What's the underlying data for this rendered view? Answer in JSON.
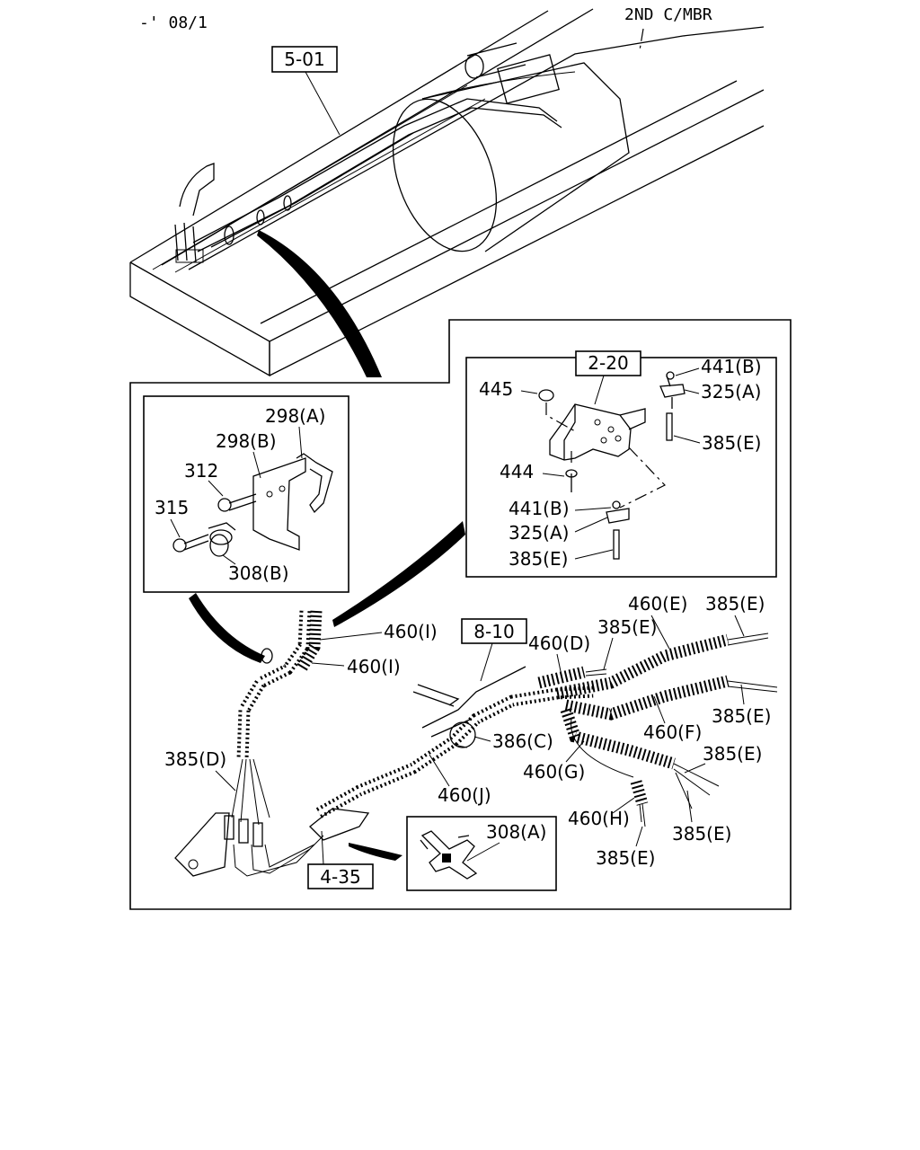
{
  "header": {
    "date_code": "-' 08/1",
    "member_label": "2ND C/MBR"
  },
  "refs": {
    "top": "5-01",
    "bracket_detail": "2-20",
    "harness_clip": "8-10",
    "bottom": "4-35"
  },
  "labels": {
    "l298a": "298(A)",
    "l298b": "298(B)",
    "l312": "312",
    "l315": "315",
    "l308b": "308(B)",
    "l445": "445",
    "l441b_top": "441(B)",
    "l325a_top": "325(A)",
    "l385e_bracket": "385(E)",
    "l444": "444",
    "l441b_low": "441(B)",
    "l325a_low": "325(A)",
    "l385e_low": "385(E)",
    "l460i_1": "460(I)",
    "l460i_2": "460(I)",
    "l460d": "460(D)",
    "l385e_d": "385(E)",
    "l460e": "460(E)",
    "l385e_e": "385(E)",
    "l385e_f": "385(E)",
    "l460f": "460(F)",
    "l386c": "386(C)",
    "l385d": "385(D)",
    "l460g": "460(G)",
    "l385e_g": "385(E)",
    "l460j": "460(J)",
    "l460h": "460(H)",
    "l385e_h1": "385(E)",
    "l385e_h2": "385(E)",
    "l308a": "308(A)"
  }
}
